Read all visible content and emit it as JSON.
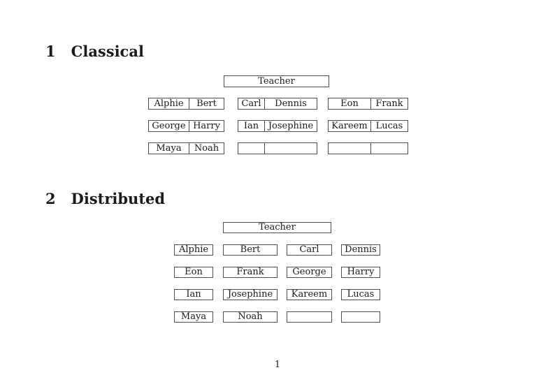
{
  "sections": [
    {
      "number": "1",
      "title": "Classical",
      "teacher_label": "Teacher",
      "desks": [
        {
          "left": "Alphie",
          "right": "Bert"
        },
        {
          "left": "Carl",
          "right": "Dennis"
        },
        {
          "left": "Eon",
          "right": "Frank"
        },
        {
          "left": "George",
          "right": "Harry"
        },
        {
          "left": "Ian",
          "right": "Josephine"
        },
        {
          "left": "Kareem",
          "right": "Lucas"
        },
        {
          "left": "Maya",
          "right": "Noah"
        },
        {
          "left": "",
          "right": ""
        },
        {
          "left": "",
          "right": ""
        }
      ]
    },
    {
      "number": "2",
      "title": "Distributed",
      "teacher_label": "Teacher",
      "seats": [
        "Alphie",
        "Bert",
        "Carl",
        "Dennis",
        "Eon",
        "Frank",
        "George",
        "Harry",
        "Ian",
        "Josephine",
        "Kareem",
        "Lucas",
        "Maya",
        "Noah",
        "",
        ""
      ]
    }
  ],
  "page": {
    "number": "1"
  },
  "colors": {
    "background": "#ffffff",
    "text": "#1b1b1b",
    "border": "#4e4e4e"
  }
}
